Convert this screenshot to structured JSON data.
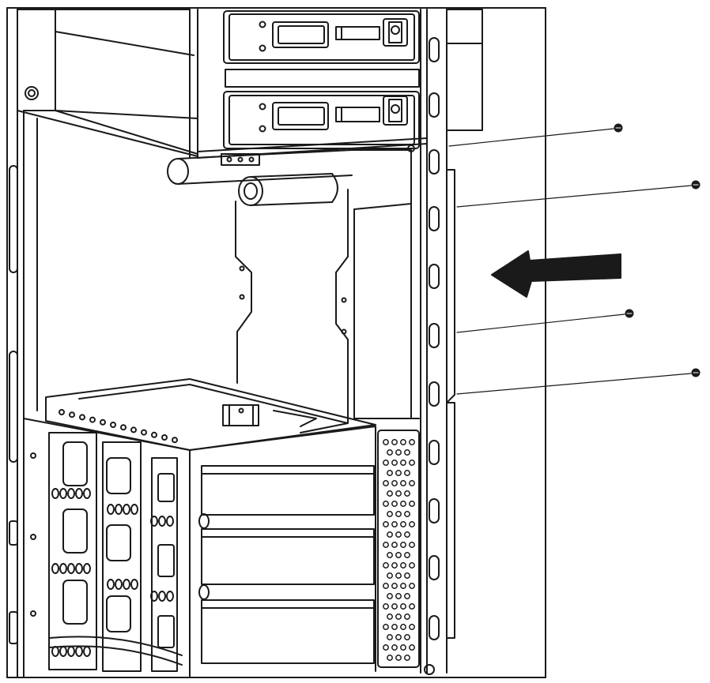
{
  "figure": {
    "kind": "line-art assembly illustration",
    "line_color": "#1a1a1a",
    "fill_color": "#ffffff",
    "shade_color": "#e9e9e9",
    "screw_count": 4,
    "arrow_direction": "left",
    "arrow_icon": "arrow-left-icon",
    "screw_icon": "screw-icon"
  }
}
